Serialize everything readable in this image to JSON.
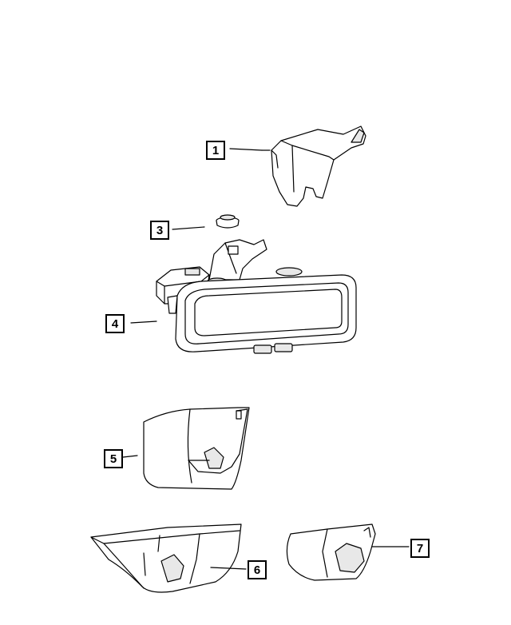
{
  "diagram": {
    "type": "exploded-parts",
    "callouts": [
      {
        "id": "callout-1",
        "label": "1",
        "part": "mirror-stem-cover-upper"
      },
      {
        "id": "callout-3",
        "label": "3",
        "part": "mount-button"
      },
      {
        "id": "callout-4",
        "label": "4",
        "part": "rearview-mirror"
      },
      {
        "id": "callout-5",
        "label": "5",
        "part": "mirror-cover-rear"
      },
      {
        "id": "callout-6",
        "label": "6",
        "part": "mirror-cover-lower-left"
      },
      {
        "id": "callout-7",
        "label": "7",
        "part": "mirror-cover-lower-right"
      }
    ],
    "colors": {
      "line": "#000000",
      "fill": "#ffffff",
      "shade": "#e8e8e8"
    }
  }
}
